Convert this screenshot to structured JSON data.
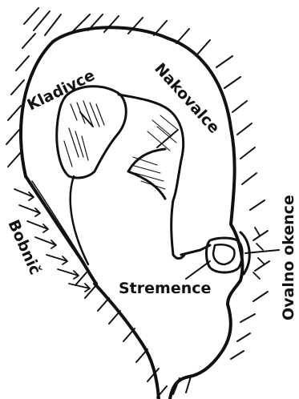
{
  "labels": {
    "malleus": "Kladivce",
    "incus": "Nakovalce",
    "stapes": "Stremence",
    "eardrum": "Bobnič",
    "oval_window": "Ovalno okence"
  },
  "colors": {
    "ink": "#111111",
    "paper": "#ffffff"
  }
}
